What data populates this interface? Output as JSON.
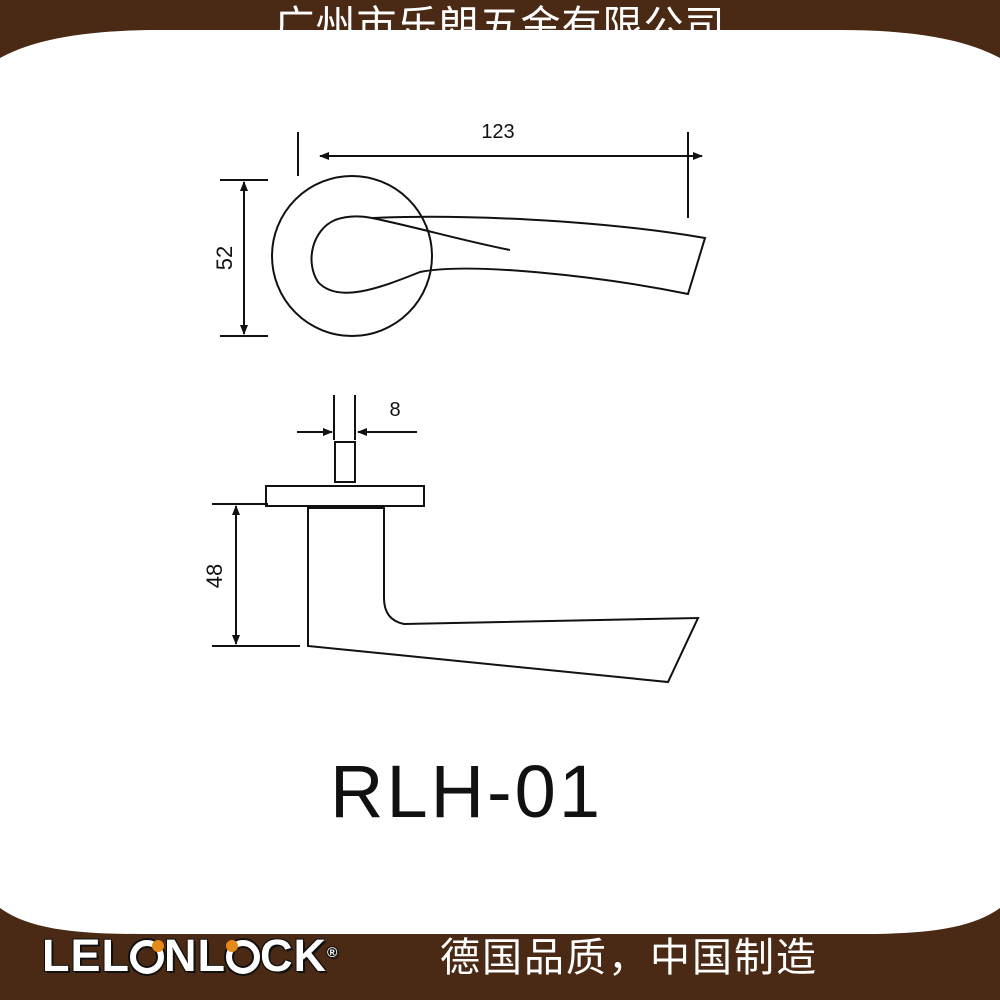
{
  "header": {
    "company_name": "广州市乐朗五金有限公司"
  },
  "drawing": {
    "top_view": {
      "width_dim": "123",
      "height_dim": "52"
    },
    "side_view": {
      "spindle_dim": "8",
      "height_dim": "48"
    },
    "model": "RLH-01"
  },
  "footer": {
    "brand": "LELONLOCK",
    "brand_lettering_split": {
      "before": "LEL",
      "after": "NL",
      "after2": "CK"
    },
    "registered_mark": "®",
    "slogan": "德国品质，中国制造"
  },
  "colors": {
    "banner": "#4a2a14",
    "line": "#111111",
    "background": "#ffffff",
    "logo_accent": "#e58a1a"
  }
}
